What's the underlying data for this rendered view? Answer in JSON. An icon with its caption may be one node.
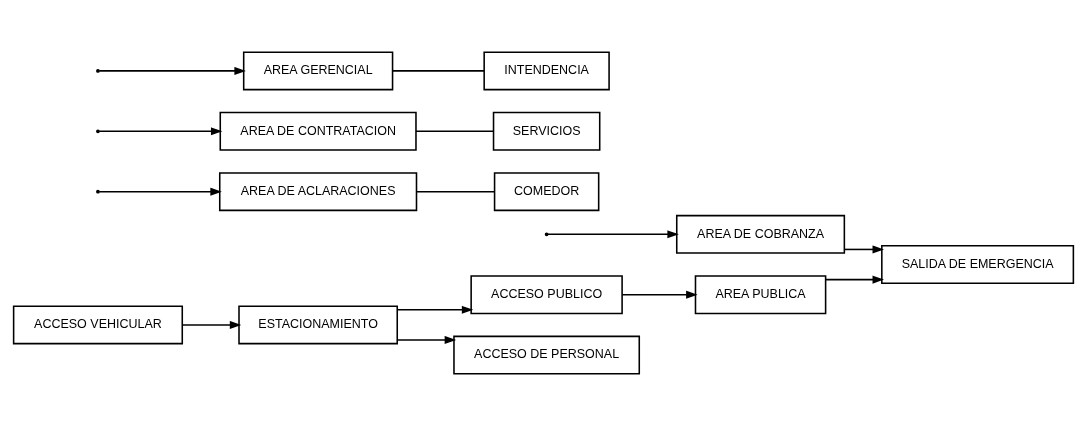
{
  "diagram": {
    "nodes": [
      {
        "text": [
          "ACCESO PUBLICO"
        ]
      },
      {
        "text": [
          "AREA PUBLICA"
        ]
      },
      {
        "text": [
          "ACCESO VEHICULAR"
        ]
      },
      {
        "text": [
          "ESTACIONAMIENTO"
        ]
      },
      {
        "text": [
          "AREA DE COBRANZA"
        ]
      },
      {
        "text": [
          "AREA DE ACLARACIONES"
        ]
      },
      {
        "text": [
          "COMEDOR"
        ]
      },
      {
        "text": [
          "AREA DE CONTRATACION"
        ]
      },
      {
        "text": [
          "SERVICIOS"
        ]
      },
      {
        "text": [
          "AREA GERENCIAL"
        ]
      },
      {
        "text": [
          "INTENDENCIA"
        ]
      },
      {
        "text": [
          "ACCESO DE PERSONAL"
        ]
      },
      {
        "text": [
          "SALIDA DE EMERGENCIA"
        ]
      }
    ],
    "edges": [
      {
        "from": 0,
        "to": 1,
        "arrow": "to"
      },
      {
        "from": 3,
        "to": 0,
        "arrow": "to"
      },
      {
        "from": 2,
        "to": 3,
        "arrow": "to"
      },
      {
        "from": 3,
        "to": 11,
        "arrow": "to"
      },
      {
        "from": 1,
        "to": 12,
        "arrow": "to"
      },
      {
        "from": 4,
        "to": 12,
        "arrow": "to"
      },
      {
        "from": null,
        "to": 4,
        "arrow": "to"
      },
      {
        "from": null,
        "to": 5,
        "arrow": "to"
      },
      {
        "from": null,
        "to": 7,
        "arrow": "to"
      },
      {
        "from": null,
        "to": 9,
        "arrow": "to"
      },
      {
        "from": 5,
        "to": 6,
        "arrow": "none"
      },
      {
        "from": 7,
        "to": 8,
        "arrow": "none"
      },
      {
        "from": 9,
        "to": 10,
        "arrow": "none"
      }
    ]
  }
}
